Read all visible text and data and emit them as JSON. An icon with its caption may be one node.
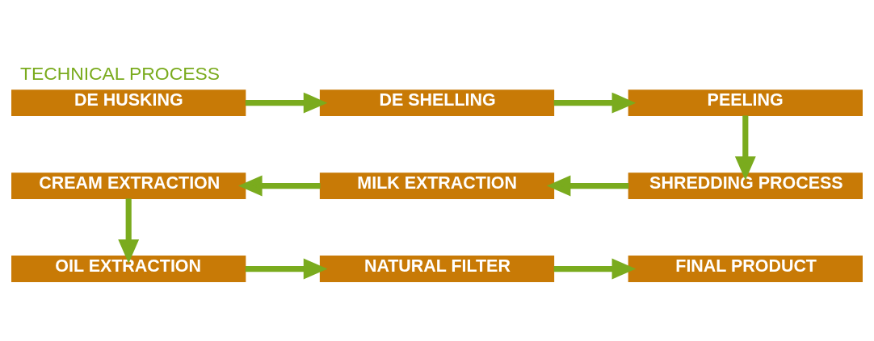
{
  "diagram": {
    "title": "TECHNICAL PROCESS",
    "nodes": [
      {
        "text": [
          "DE HUSKING"
        ]
      },
      {
        "text": [
          "DE SHELLING"
        ]
      },
      {
        "text": [
          "PEELING"
        ]
      },
      {
        "text": [
          "CREAM EXTRACTION"
        ]
      },
      {
        "text": [
          "MILK EXTRACTION"
        ]
      },
      {
        "text": [
          "SHREDDING PROCESS"
        ]
      },
      {
        "text": [
          "OIL EXTRACTION"
        ]
      },
      {
        "text": [
          "NATURAL FILTER"
        ]
      },
      {
        "text": [
          "FINAL PRODUCT"
        ]
      }
    ],
    "edges": [
      {
        "from": 0,
        "to": 1,
        "arrow": "to"
      },
      {
        "from": 1,
        "to": 2,
        "arrow": "to"
      },
      {
        "from": 2,
        "to": 5,
        "arrow": "to"
      },
      {
        "from": 5,
        "to": 4,
        "arrow": "to"
      },
      {
        "from": 4,
        "to": 3,
        "arrow": "to"
      },
      {
        "from": 3,
        "to": 6,
        "arrow": "to"
      },
      {
        "from": 6,
        "to": 7,
        "arrow": "to"
      },
      {
        "from": 7,
        "to": 8,
        "arrow": "to"
      }
    ]
  }
}
